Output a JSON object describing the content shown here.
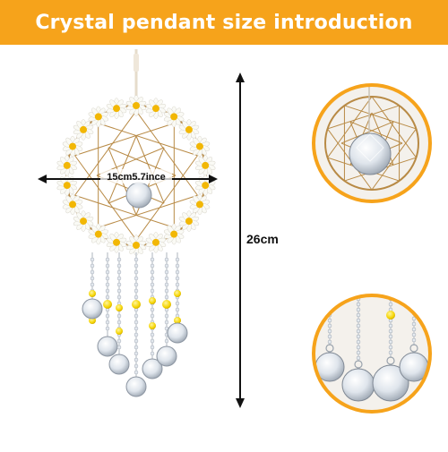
{
  "banner": {
    "title": "Crystal pendant size introduction",
    "color": "#f6a31b"
  },
  "dimensions": {
    "width_label": "15cm5.7ince",
    "height_label": "26cm"
  },
  "palette": {
    "accent": "#f6a31b",
    "wire": "#b88a45",
    "petal": "#fafaf5",
    "center": "#f2b705",
    "bead": "#f5d400",
    "crystal": "#e9eef3"
  },
  "details": [
    {
      "name": "detail-dreamcatcher-web",
      "icon": "crystal-ball-icon"
    },
    {
      "name": "detail-crystal-drops",
      "icon": "crystal-drops-icon"
    }
  ]
}
